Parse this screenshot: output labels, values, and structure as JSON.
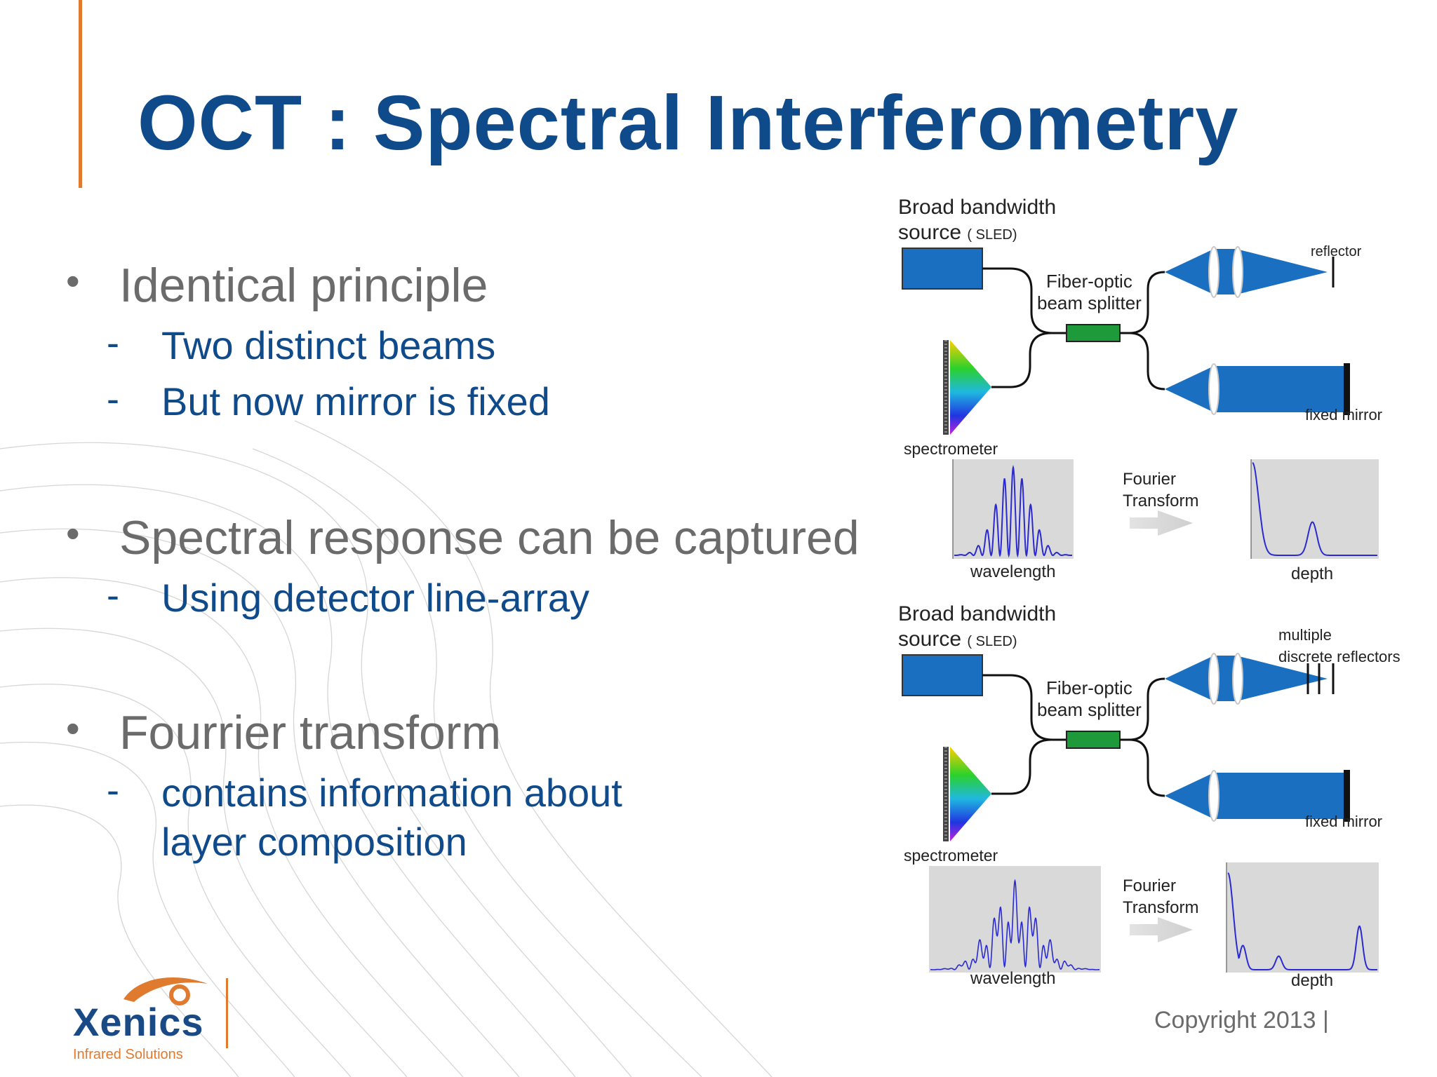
{
  "slide": {
    "title": "OCT : Spectral Interferometry"
  },
  "bullets": [
    {
      "text": "Identical principle",
      "subs": [
        "Two distinct beams",
        "But now mirror is fixed"
      ]
    },
    {
      "text": "Spectral response can be captured",
      "subs": [
        "Using detector line-array"
      ]
    },
    {
      "text": "Fourrier transform",
      "subs": [
        "contains information about\nlayer composition"
      ]
    }
  ],
  "markers": {
    "bullet": "•",
    "dash": "-"
  },
  "diagram_top": {
    "source_line1": "Broad bandwidth",
    "source_line2": "source",
    "source_sub": "( SLED)",
    "splitter_line1": "Fiber-optic",
    "splitter_line2": "beam splitter",
    "reflector": "reflector",
    "fixed_mirror": "fixed mirror",
    "spectrometer": "spectrometer",
    "fourier_line1": "Fourier",
    "fourier_line2": "Transform",
    "wavelength": "wavelength",
    "depth": "depth"
  },
  "diagram_bottom": {
    "source_line1": "Broad bandwidth",
    "source_line2": "source",
    "source_sub": "( SLED)",
    "splitter_line1": "Fiber-optic",
    "splitter_line2": "beam splitter",
    "reflector_line1": "multiple",
    "reflector_line2": "discrete reflectors",
    "fixed_mirror": "fixed mirror",
    "spectrometer": "spectrometer",
    "fourier_line1": "Fourier",
    "fourier_line2": "Transform",
    "wavelength": "wavelength",
    "depth": "depth"
  },
  "footer": {
    "logo_word": "Xenics",
    "logo_sub": "Infrared Solutions",
    "copyright": "Copyright 2013 |"
  },
  "colors": {
    "title": "#0f4a8a",
    "accent": "#e07a2e",
    "bullet_text": "#6b6b6b",
    "source_box": "#1a6fc0",
    "splitter": "#1f9a3a",
    "plot_bg": "#d9d9d9",
    "plot_line": "#2a2ad0"
  },
  "icons": [
    "xenics-logo-icon",
    "prism-icon",
    "lens-icon",
    "mirror-icon",
    "arrow-right-icon"
  ]
}
